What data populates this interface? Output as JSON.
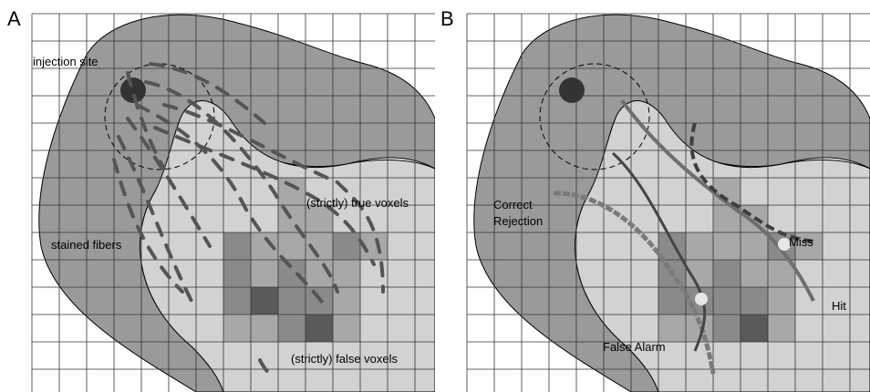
{
  "panels": [
    {
      "letter": "A",
      "labels": {
        "injection_site": "injection site",
        "stained_fibers": "stained fibers",
        "true_voxels": "(strictly) true voxels",
        "false_voxels": "(strictly) false voxels"
      }
    },
    {
      "letter": "B",
      "labels": {
        "correct_rejection_line1": "Correct",
        "correct_rejection_line2": "Rejection",
        "miss": "Miss",
        "hit": "Hit",
        "false_alarm": "False Alarm"
      }
    }
  ],
  "colors": {
    "outer_region": "#9a9a9a",
    "inner_region": "#d2d2d2",
    "voxel_light": "#a8a8a8",
    "voxel_mid": "#8a8a8a",
    "voxel_dark": "#5a5a5a",
    "injection_dot": "#333333",
    "fiber": "#555555",
    "tract_hit": "#6e6e6e",
    "tract_fa": "#444444",
    "tract_miss": "#3e3e3e",
    "tract_cr": "#7a7a7a",
    "marker": "#e6e6e6"
  }
}
